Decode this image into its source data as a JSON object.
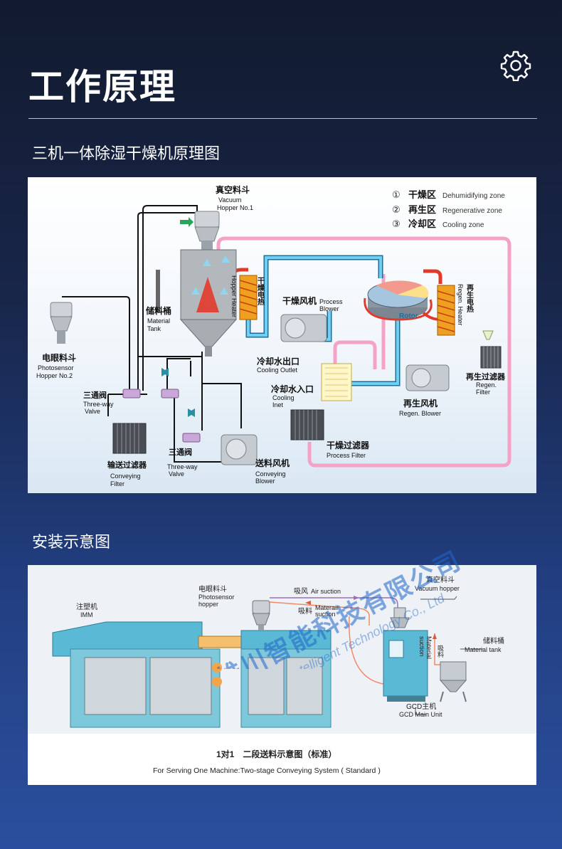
{
  "page": {
    "title": "工作原理",
    "section1_title": "三机一体除湿干燥机原理图",
    "section2_title": "安装示意图",
    "icon": "gear-icon"
  },
  "diagram1": {
    "legend": [
      {
        "num": "①",
        "zh": "干燥区",
        "en": "Dehumidifying zone"
      },
      {
        "num": "②",
        "zh": "再生区",
        "en": "Regenerative zone"
      },
      {
        "num": "③",
        "zh": "冷却区",
        "en": "Cooling zone"
      }
    ],
    "vacuum_hopper": {
      "zh": "真空料斗",
      "en1": "Vacuum",
      "en2": "Hopper No.1"
    },
    "photosensor_hopper": {
      "zh": "电眼料斗",
      "en1": "Photosensor",
      "en2": "Hopper No.2"
    },
    "material_tank": {
      "zh": "储料桶",
      "en1": "Material",
      "en2": "Tank"
    },
    "hopper_heater": {
      "zh": "干燥电热",
      "en": "Hopper Heater"
    },
    "process_blower": {
      "zh": "干燥风机",
      "en1": "Process",
      "en2": "Blower"
    },
    "rotor": "Rotor",
    "regen_heater": {
      "zh": "再生电热",
      "en": "Regen. Heater"
    },
    "cooling_outlet": {
      "zh": "冷却水出口",
      "en": "Cooling Outlet"
    },
    "cooling_inlet": {
      "zh": "冷却水入口",
      "en1": "Cooling",
      "en2": "Inet"
    },
    "regen_filter": {
      "zh": "再生过滤器",
      "en1": "Regen.",
      "en2": "Filter"
    },
    "regen_blower": {
      "zh": "再生风机",
      "en": "Regen. Blower"
    },
    "three_way_valve_1": {
      "zh": "三通阀",
      "en1": "Three-way",
      "en2": "Valve"
    },
    "three_way_valve_2": {
      "zh": "三通阀",
      "en1": "Three-way",
      "en2": "Valve"
    },
    "conveying_filter": {
      "zh": "输送过滤器",
      "en1": "Conveying",
      "en2": "Filter"
    },
    "process_filter": {
      "zh": "干燥过滤器",
      "en": "Process Filter"
    },
    "conveying_blower": {
      "zh": "送料风机",
      "en1": "Conveying",
      "en2": "Blower"
    }
  },
  "diagram2": {
    "imm": {
      "zh": "注塑机",
      "en": "IMM"
    },
    "photosensor_hopper": {
      "zh": "电眼料斗",
      "en1": "Photosensor",
      "en2": "hopper"
    },
    "air_suction": {
      "zh": "吸风",
      "en": "Air suction"
    },
    "material_suction": {
      "zh": "吸料",
      "en1": "Materail",
      "en2": "suction"
    },
    "vacuum_hopper": {
      "zh": "真空料斗",
      "en": "Vacuum hopper"
    },
    "vertical_suction": {
      "zh": "吸料",
      "en1": "Material",
      "en2": "suction"
    },
    "material_tank": {
      "zh": "储料桶",
      "en": "Material tank"
    },
    "main_unit": {
      "zh": "GCD主机",
      "en": "GCD Main Unit"
    },
    "caption_zh": "1对1　二段送料示意图（标准）",
    "caption_en": "For Serving One Machine:Two-stage Conveying System ( Standard )"
  },
  "watermark": {
    "zh": "东莞市雄川智能科技有限公司",
    "en": "Dongguan Xiongchuan Intelligent Technology Co., Ltd"
  },
  "colors": {
    "accent_pink": "#f4a3c6",
    "pipe_blue": "#5fc2ea",
    "heater_red": "#e23a2a",
    "heater_orange": "#f0a020",
    "machine_teal": "#4fb8d3",
    "watermark_blue": "#1f67c9"
  }
}
